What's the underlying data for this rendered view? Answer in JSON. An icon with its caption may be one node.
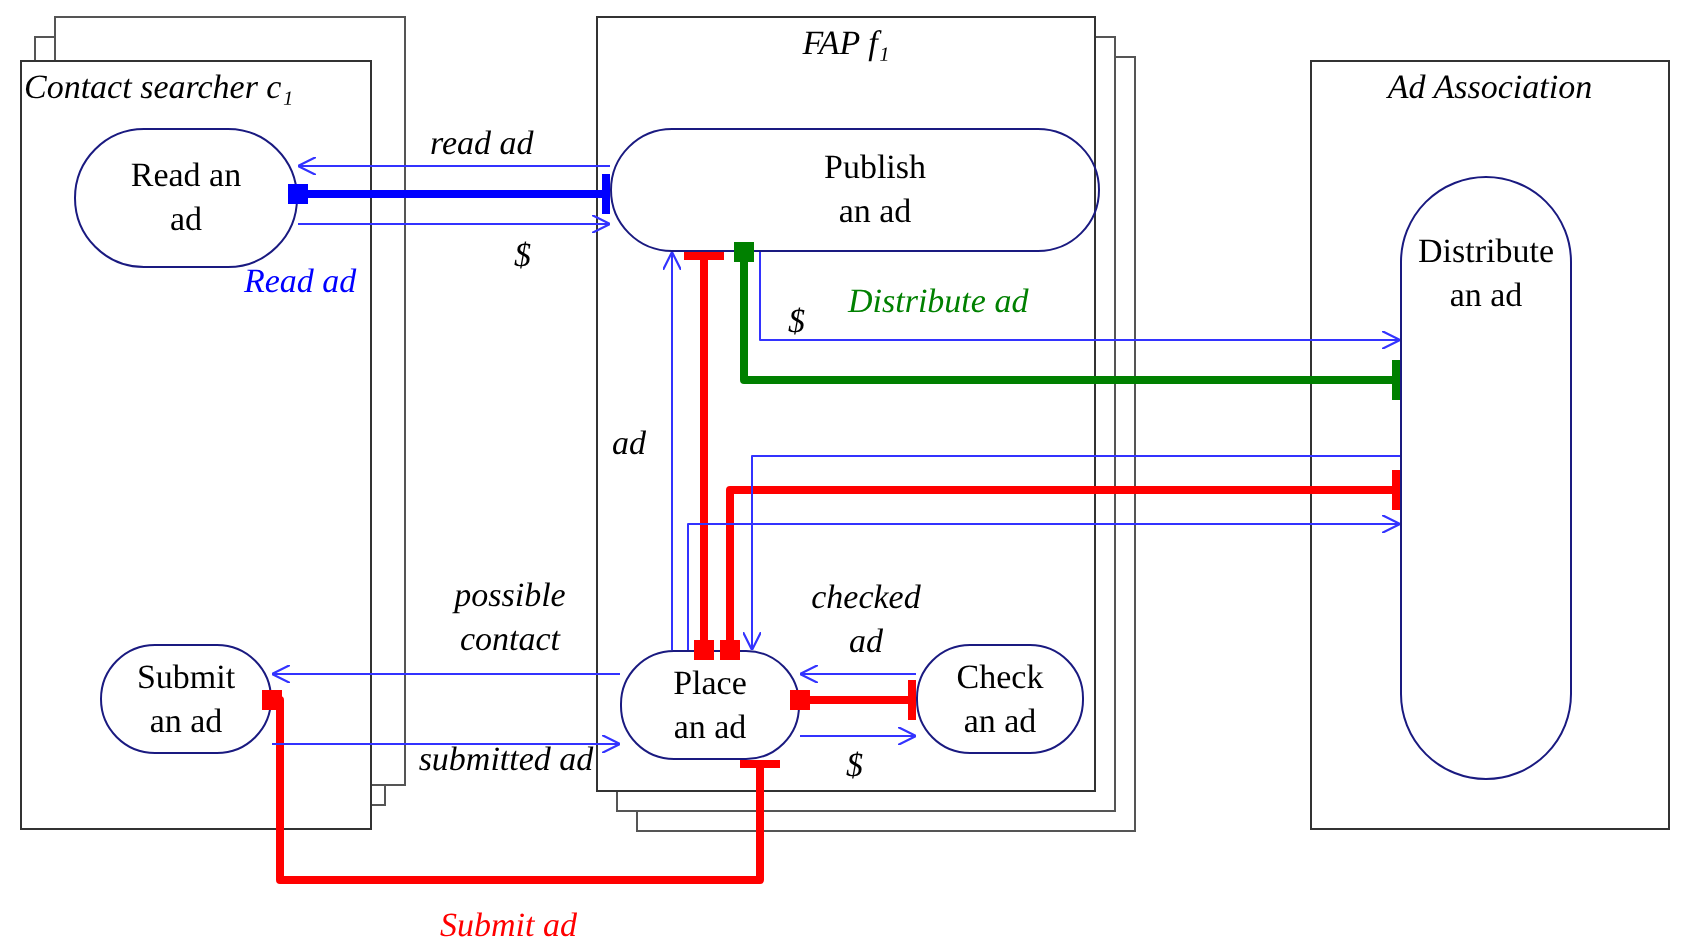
{
  "diagram": {
    "nodes": [
      {
        "text": [
          "Contact searcher c₁"
        ]
      },
      {
        "text": [
          "Read an ad"
        ],
        "in": 0
      },
      {
        "text": [
          "Submit an ad"
        ],
        "in": 0
      },
      {
        "text": [
          "FAP f₁"
        ]
      },
      {
        "text": [
          "Publish an ad"
        ],
        "in": 3
      },
      {
        "text": [
          "Place an ad"
        ],
        "in": 3
      },
      {
        "text": [
          "Check an ad"
        ],
        "in": 3
      },
      {
        "text": [
          "Ad Association"
        ]
      },
      {
        "text": [
          "Distribute an ad"
        ],
        "in": 7
      }
    ],
    "edges": [
      {
        "from": 1,
        "to": 4,
        "arrow": "other",
        "label": "Read ad",
        "style": "thick",
        "color": "#0000ff"
      },
      {
        "from": 2,
        "to": 5,
        "arrow": "other",
        "label": "Submit ad",
        "style": "thick",
        "color": "#ff0000"
      },
      {
        "from": 4,
        "to": 8,
        "arrow": "other",
        "label": "Distribute ad",
        "style": "thick",
        "color": "#008000"
      },
      {
        "from": 5,
        "to": 6,
        "arrow": "other",
        "style": "thick",
        "color": "#ff0000"
      },
      {
        "from": 5,
        "to": 8,
        "arrow": "other",
        "style": "thick",
        "color": "#ff0000"
      },
      {
        "from": 5,
        "to": 4,
        "arrow": "other",
        "style": "thick",
        "color": "#ff0000"
      },
      {
        "from": 1,
        "to": 4,
        "arrow": "to",
        "label": "$"
      },
      {
        "from": 4,
        "to": 1,
        "arrow": "to",
        "label": "read ad"
      },
      {
        "from": 2,
        "to": 5,
        "arrow": "to",
        "label": "submitted ad"
      },
      {
        "from": 5,
        "to": 2,
        "arrow": "to",
        "label": "possible contact"
      },
      {
        "from": 4,
        "to": 8,
        "arrow": "to",
        "label": "$"
      },
      {
        "from": 5,
        "to": 4,
        "arrow": "to",
        "label": "ad"
      },
      {
        "from": 8,
        "to": 5,
        "arrow": "to"
      },
      {
        "from": 5,
        "to": 8,
        "arrow": "to"
      },
      {
        "from": 5,
        "to": 6,
        "arrow": "to",
        "label": "$"
      },
      {
        "from": 6,
        "to": 5,
        "arrow": "to",
        "label": "checked ad"
      }
    ]
  }
}
